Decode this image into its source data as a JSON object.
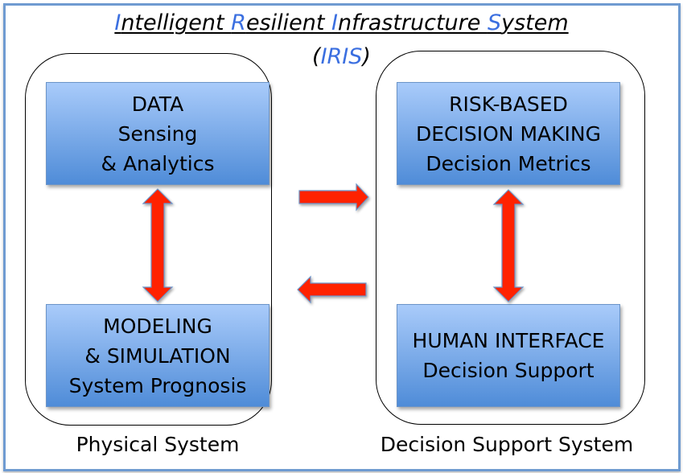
{
  "title": {
    "parts": [
      {
        "initial": "I",
        "rest": "ntelligent "
      },
      {
        "initial": "R",
        "rest": "esilient "
      },
      {
        "initial": "I",
        "rest": "nfrastructure "
      },
      {
        "initial": "S",
        "rest": "ystem"
      }
    ],
    "acronym_open": "(",
    "acronym": "IRIS",
    "acronym_close": ")"
  },
  "groups": [
    {
      "label": "Physical System"
    },
    {
      "label": "Decision Support System"
    }
  ],
  "boxes": {
    "data": [
      "DATA",
      "Sensing",
      "& Analytics"
    ],
    "modeling": [
      "MODELING",
      "& SIMULATION",
      "System Prognosis"
    ],
    "risk": [
      "RISK-BASED",
      "DECISION MAKING",
      "Decision Metrics"
    ],
    "human": [
      "HUMAN INTERFACE",
      "Decision Support"
    ]
  },
  "colors": {
    "accent_text": "#3b6fe0",
    "box_top": "#a9cbfa",
    "box_bottom": "#4f8cd8",
    "arrow": "#ff2200",
    "frame": "#6f9bd1"
  }
}
